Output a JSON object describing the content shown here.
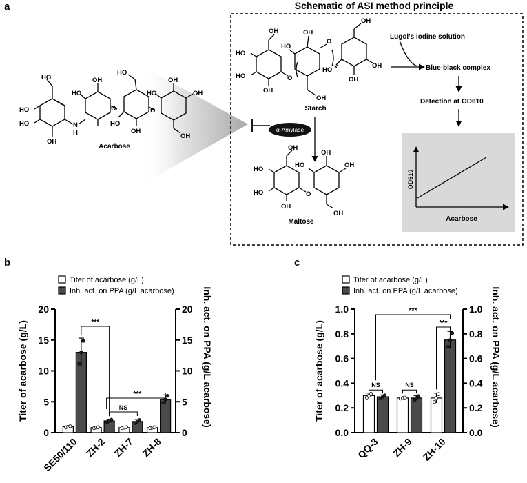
{
  "panel_a": {
    "label": "a",
    "title": "Schematic of ASI method principle",
    "acarbose_label": "Acarbose",
    "starch_label": "Starch",
    "maltose_label": "Maltose",
    "enzyme_label": "α-Amylase",
    "lugol_label": "Lugol's iodine solution",
    "complex_label": "Blue-black complex",
    "detection_label": "Detection at OD610",
    "inset_y_label": "OD610",
    "inset_x_label": "Acarbose",
    "polymer_subscript": "x",
    "atoms": {
      "ho": "HO",
      "oh": "OH",
      "o": "O",
      "n": "N",
      "h": "H"
    }
  },
  "chart_data": [
    {
      "panel": "b",
      "type": "bar",
      "categories": [
        "SE50/110",
        "ZH-2",
        "ZH-7",
        "ZH-8"
      ],
      "legend": [
        "Titer of acarbose (g/L)",
        "Inh. act. on PPA (g/L acarbose)"
      ],
      "series": [
        {
          "name": "Titer of acarbose (g/L)",
          "color": "#ffffff",
          "values": [
            0.95,
            0.8,
            0.8,
            0.8
          ],
          "errors": [
            0.1,
            0.1,
            0.1,
            0.1
          ]
        },
        {
          "name": "Inh. act. on PPA (g/L acarbose)",
          "color": "#4a4a4a",
          "values": [
            13.0,
            1.9,
            1.8,
            5.4
          ],
          "errors": [
            2.3,
            0.25,
            0.3,
            0.7
          ]
        }
      ],
      "ylabel_left": "Titer of acarbose (g/L)",
      "ylabel_right": "Inh. act. on PPA (g/L acarbose)",
      "ylim": [
        0,
        20
      ],
      "yticks": [
        "0",
        "5",
        "10",
        "15",
        "20"
      ],
      "significance": [
        "***",
        "NS",
        "***"
      ]
    },
    {
      "panel": "c",
      "type": "bar",
      "categories": [
        "QQ-3",
        "ZH-9",
        "ZH-10"
      ],
      "legend": [
        "Titer of acarbose (g/L)",
        "Inh. act. on PPA (g/L acarbose)"
      ],
      "series": [
        {
          "name": "Titer of acarbose (g/L)",
          "color": "#ffffff",
          "values": [
            0.3,
            0.28,
            0.28
          ],
          "errors": [
            0.02,
            0.005,
            0.04
          ]
        },
        {
          "name": "Inh. act. on PPA (g/L acarbose)",
          "color": "#4a4a4a",
          "values": [
            0.29,
            0.28,
            0.75
          ],
          "errors": [
            0.015,
            0.02,
            0.07
          ]
        }
      ],
      "ylabel_left": "Titer of acarbose (g/L)",
      "ylabel_right": "Inh. act. on PPA (g/L acarbose)",
      "ylim": [
        0,
        1.0
      ],
      "yticks": [
        "0.0",
        "0.2",
        "0.4",
        "0.6",
        "0.8",
        "1.0"
      ],
      "significance": [
        "NS",
        "NS",
        "***",
        "***"
      ]
    }
  ]
}
